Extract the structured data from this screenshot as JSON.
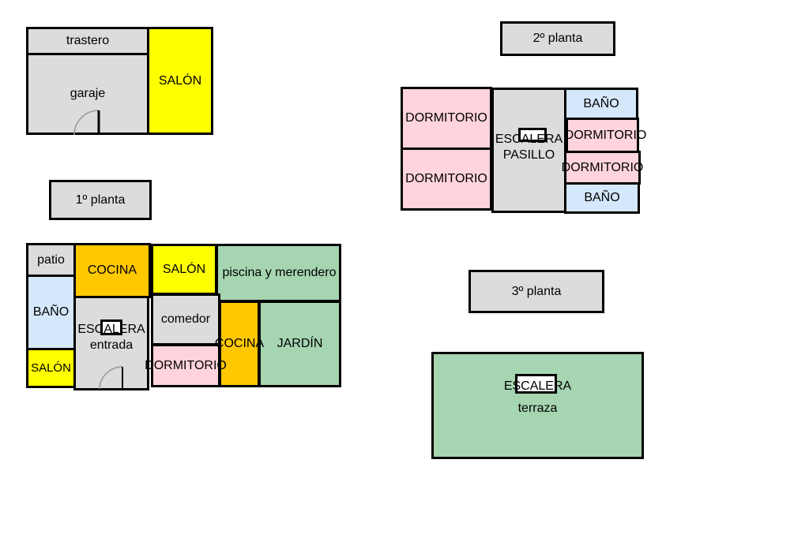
{
  "floor_labels": {
    "planta_baja_hidden": null,
    "first": "1º planta",
    "second": "2º planta",
    "third": "3º planta"
  },
  "ground_block": {
    "trastero": "trastero",
    "garaje": "garaje",
    "salon": "SALÓN"
  },
  "first_floor": {
    "patio": "patio",
    "cocina": "COCINA",
    "salon_top": "SALÓN",
    "piscina": "piscina y merendero",
    "bano": "BAÑO",
    "escalera": "ESCALERA",
    "entrada": "entrada",
    "comedor": "comedor",
    "cocina_small": "COCINA",
    "jardin": "JARDÍN",
    "salon_bottom": "SALÓN",
    "dormitorio": "DORMITORIO"
  },
  "second_floor": {
    "dormitorio_1": "DORMITORIO",
    "dormitorio_2": "DORMITORIO",
    "escalera": "ESCALERA",
    "pasillo": "PASILLO",
    "bano_top": "BAÑO",
    "dormitorio_3": "DORMITORIO",
    "dormitorio_4": "DORMITORIO",
    "bano_bottom": "BAÑO"
  },
  "third_floor": {
    "escalera": "ESCALERA",
    "terraza": "terraza"
  },
  "colors": {
    "gray": "#dcdcdc",
    "yellow": "#ffff00",
    "orange": "#ffc800",
    "pink": "#ffd4dc",
    "blue": "#d5e8fb",
    "green": "#a6d5b1"
  }
}
